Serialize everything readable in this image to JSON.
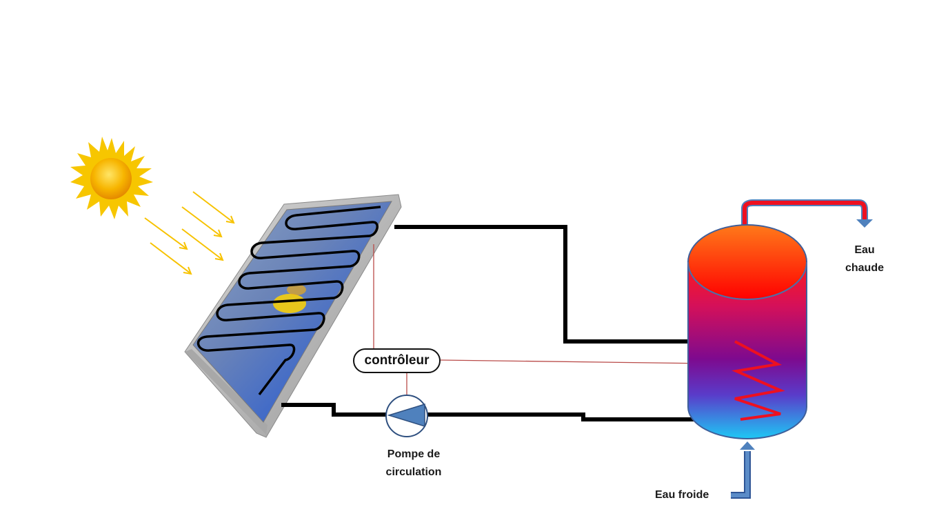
{
  "labels": {
    "controller": "contrôleur",
    "pump_line1": "Pompe de",
    "pump_line2": "circulation",
    "hot_water_line1": "Eau",
    "hot_water_line2": "chaude",
    "cold_water": "Eau froide"
  },
  "colors": {
    "pipe": "#000000",
    "hot_pipe": "#e8101c",
    "cold_arrow": "#4f81bd",
    "tank_top": "#ff0a0a",
    "tank_mid": "#8a0a8a",
    "tank_bottom": "#19c6f2",
    "sun": "#f7b500",
    "sun_rays": "#f7c200",
    "control_wire": "#b94a48",
    "pump": "#4f81bd"
  },
  "icons": {
    "sun": "sun-icon",
    "pump": "pump-icon",
    "collector": "solar-collector-icon",
    "tank": "water-tank-icon"
  }
}
